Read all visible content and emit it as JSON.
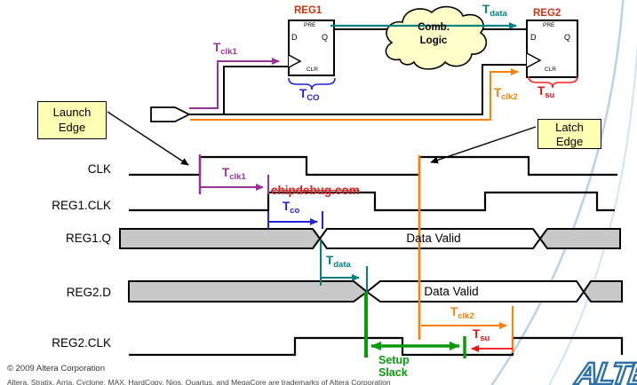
{
  "slide": {
    "circuit": {
      "reg1_title": "REG1",
      "reg2_title": "REG2",
      "ff_pins": {
        "pre": "PRE",
        "d": "D",
        "q": "Q",
        "clr": "CLR"
      },
      "cloud_line1": "Comb.",
      "cloud_line2": "Logic"
    },
    "labels": {
      "tclk1": {
        "base": "T",
        "sub": "clk1"
      },
      "tco_circuit": {
        "base": "T",
        "sub": "CO"
      },
      "tco_wave": {
        "base": "T",
        "sub": "co"
      },
      "tdata": {
        "base": "T",
        "sub": "data"
      },
      "tclk2": {
        "base": "T",
        "sub": "clk2"
      },
      "tsu": {
        "base": "T",
        "sub": "su"
      }
    },
    "callouts": {
      "launch_line1": "Launch",
      "launch_line2": "Edge",
      "latch_line1": "Latch",
      "latch_line2": "Edge",
      "setup_line1": "Setup",
      "setup_line2": "Slack"
    },
    "watermark": "chipdebug.com",
    "waveforms": {
      "row_labels": [
        "CLK",
        "REG1.CLK",
        "REG1.Q",
        "REG2.D",
        "REG2.CLK"
      ],
      "data_valid": "Data Valid"
    },
    "footer": {
      "copyright": "© 2009 Altera Corporation",
      "trademarks": "Altera, Stratix, Arria, Cyclone, MAX, HardCopy, Nios, Quartus, and MegaCore are trademarks of Altera Corporation",
      "logo_text": "ALTERA"
    },
    "colors": {
      "tclk1_purple": "#993399",
      "tco_blue": "#2222dd",
      "tdata_teal": "#008080",
      "tclk2_orange": "#ff7f00",
      "tsu_red": "#ee1111",
      "reg_title_red": "#cc3311",
      "slack_green": "#0a9a0a",
      "callout_yellow": "#ffffb3",
      "bus_gray": "#c8c8c8",
      "watermark_red": "#dd2222",
      "swoosh_blue": "#b7d3e8",
      "logo_blue": "#2d6fa8"
    }
  }
}
